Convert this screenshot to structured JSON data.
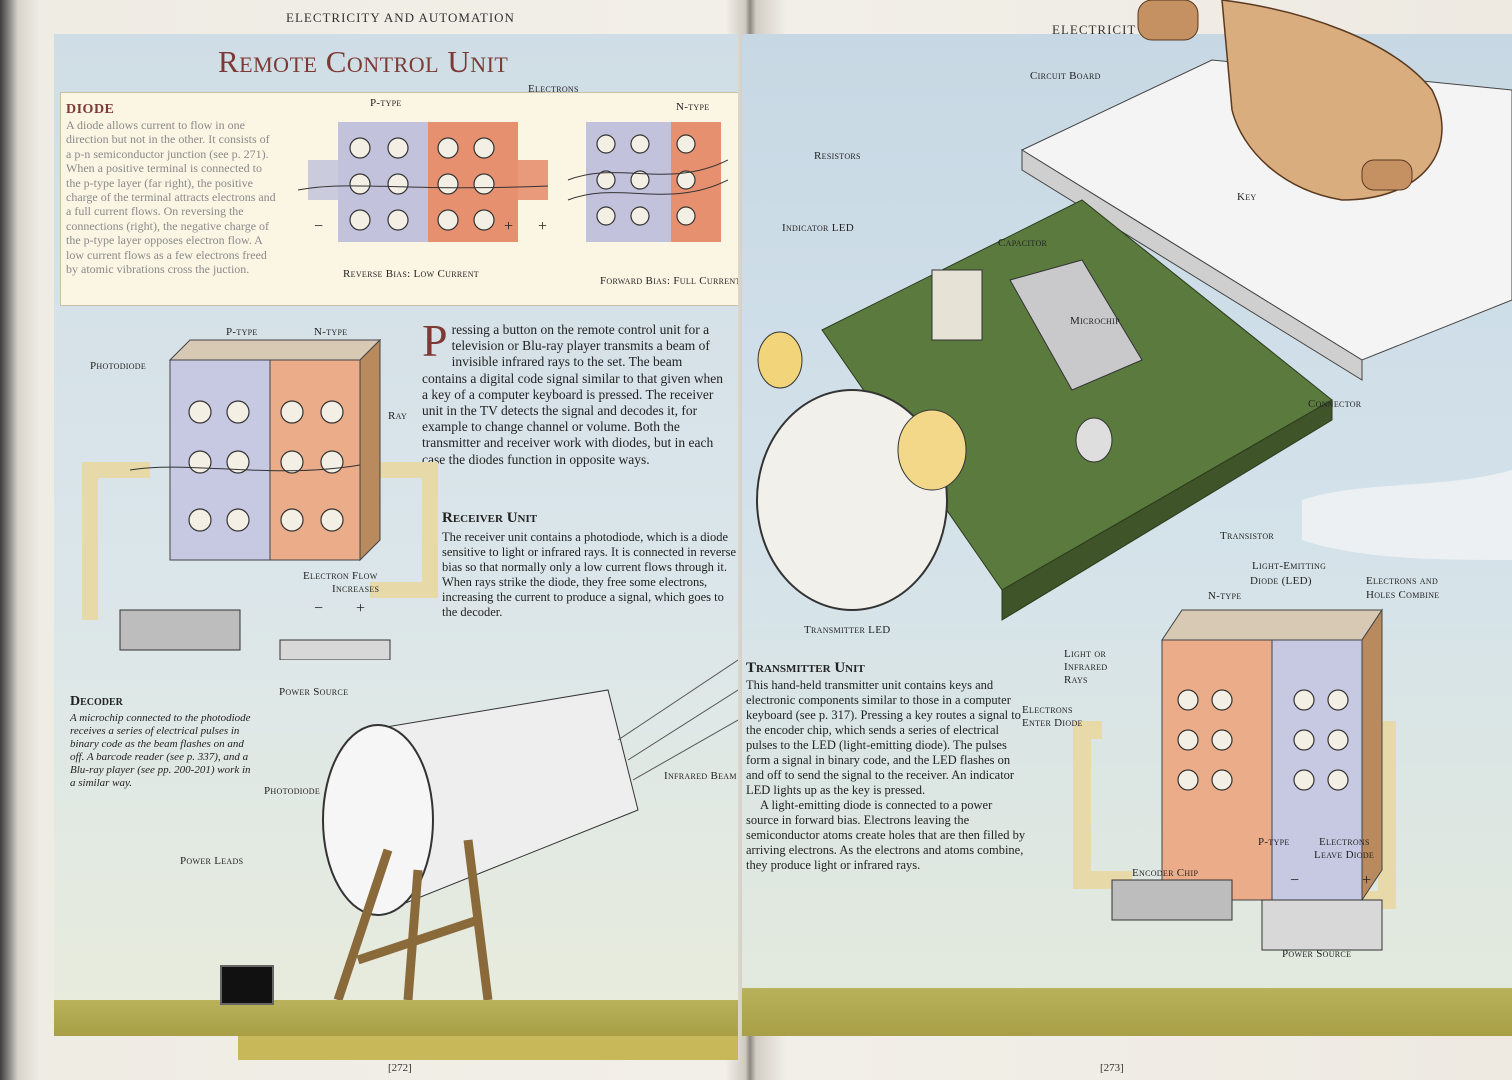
{
  "left_page": {
    "running_head": "Electricity and Automation",
    "title": "Remote Control Unit",
    "folio": "[272]",
    "diode_box": {
      "heading": "Diode",
      "text": "A diode allows current to flow in one direction but not in the other. It consists of a p-n semiconductor junction (see p. 271). When a positive terminal is connected to the p-type layer (far right), the positive charge of the terminal attracts electrons and a full current flows. On reversing the connections (right), the negative charge of the p-type layer opposes electron flow. A low current flows as a few electrons freed by atomic vibrations cross the jucti­on.",
      "labels": {
        "p_type": "P-type",
        "n_type": "N-type",
        "electrons": "Electrons",
        "reverse_bias": "Reverse Bias: Low Current",
        "forward_bias": "Forward Bias: Full Current",
        "minus": "−",
        "plus": "+"
      }
    },
    "intro_text": "ressing a button on the remote control unit for a television or Blu-ray player transmits a beam of invisible infrared rays to the set. The beam contains a digital code signal similar to that given when a key of a computer keyboard is pressed. The receiver unit in the TV detects the signal and decodes it, for example to change channel or volume. Both the transmitter and receiver work with diodes, but in each case the diodes function in opposite ways.",
    "intro_dropcap": "P",
    "receiver": {
      "heading": "Receiver Unit",
      "text": "The receiver unit contains a photodiode, which is a diode sensitive to light or infrared rays. It is connected in reverse bias so that normally only a low current flows through it. When rays strike the diode, they free some electrons, increasing the current to produce a signal, which goes to the decoder."
    },
    "photodiode_diagram": {
      "p_type": "P-type",
      "n_type": "N-type",
      "photodiode": "Photodiode",
      "ray": "Ray",
      "electron_flow": "Electron Flow",
      "increases": "Increases",
      "minus": "−",
      "plus": "+",
      "power_source": "Power Source"
    },
    "decoder": {
      "heading": "Decoder",
      "text": "A microchip connected to the photodiode receives a series of electrical pulses in binary code as the beam flashes on and off. A barcode reader (see p. 337), and a Blu-ray player (see pp. 200-201) work in a similar way."
    },
    "scene_labels": {
      "infrared_beam": "Infrared Beam",
      "photodiode": "Photodiode",
      "power_leads": "Power Leads"
    }
  },
  "right_page": {
    "running_head": "Electricit",
    "folio": "[273]",
    "labels": {
      "circuit_board": "Circuit Board",
      "resistors": "Resistors",
      "indicator_led": "Indicator LED",
      "capacitor": "Capacitor",
      "microchip": "Microchip",
      "key": "Key",
      "connector": "Connector",
      "transistor": "Transistor",
      "transmitter_led": "Transmitter LED",
      "led_title_1": "Light-Emitting",
      "led_title_2": "Diode (LED)",
      "electrons_holes_1": "Electrons and",
      "electrons_holes_2": "Holes Combine",
      "n_type": "N-type",
      "light_1": "Light or",
      "light_2": "Infrared",
      "light_3": "Rays",
      "enter_1": "Electrons",
      "enter_2": "Enter Diode",
      "p_type": "P-type",
      "leave_1": "Electrons",
      "leave_2": "Leave Diode",
      "encoder_chip": "Encoder Chip",
      "power_source": "Power Source",
      "minus": "−",
      "plus": "+"
    },
    "transmitter": {
      "heading": "Transmitter Unit",
      "text1": "This hand-held transmitter unit contains keys and electronic components similar to those in a computer keyboard (see p. 317). Pressing a key routes a signal to the encoder chip, which sends a series of electrical pulses to the LED (light-emitting diode). The pulses form a signal in binary code, and the LED flashes on and off to send the signal to the receiver. An indicator LED lights up as the key is pressed.",
      "text2": "A light-emitting diode is connected to a power source in forward bias. Electrons leaving the semiconductor atoms create holes that are then filled by arriving electrons. As the electrons and atoms combine, they produce light or infrared rays."
    }
  },
  "colors": {
    "title_red": "#7d3a35",
    "p_type_blue": "#b7b9dc",
    "n_type_orange": "#e7906f",
    "board_green": "#5b7a3e",
    "sky_blue": "#cfdde6"
  }
}
